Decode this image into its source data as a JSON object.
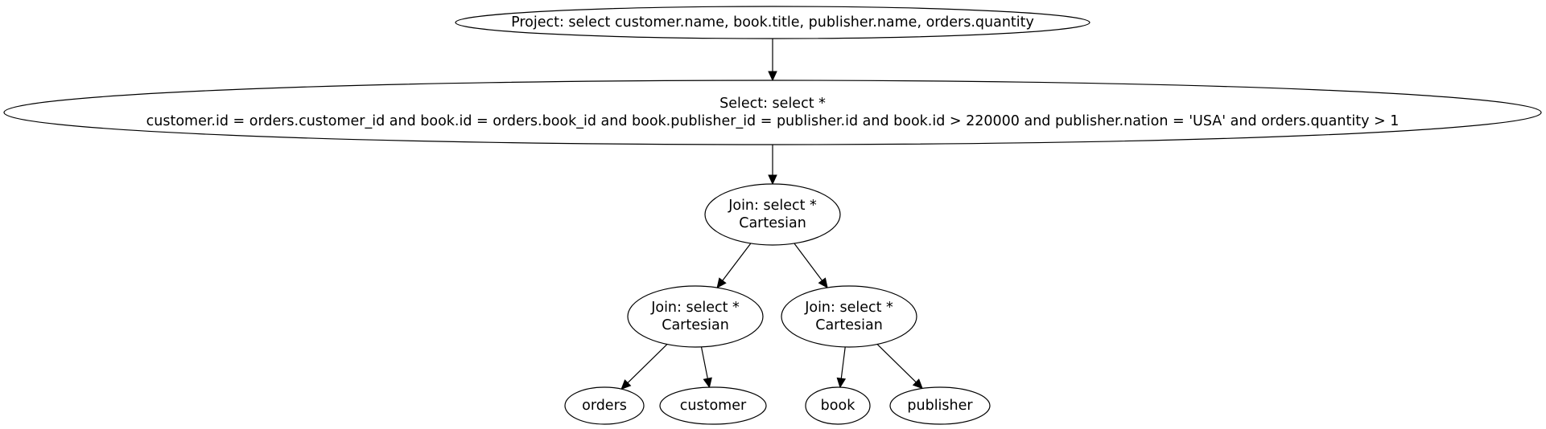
{
  "diagram": {
    "type": "query-plan-tree",
    "nodes": [
      {
        "id": "project",
        "lines": [
          "Project: select customer.name, book.title, publisher.name, orders.quantity"
        ]
      },
      {
        "id": "select",
        "lines": [
          "Select: select *",
          "customer.id = orders.customer_id and book.id = orders.book_id and book.publisher_id = publisher.id and book.id > 220000 and publisher.nation = 'USA' and orders.quantity > 1"
        ]
      },
      {
        "id": "join_root",
        "lines": [
          "Join: select *",
          "Cartesian"
        ]
      },
      {
        "id": "join_left",
        "lines": [
          "Join: select *",
          "Cartesian"
        ]
      },
      {
        "id": "join_right",
        "lines": [
          "Join: select *",
          "Cartesian"
        ]
      },
      {
        "id": "orders",
        "lines": [
          "orders"
        ]
      },
      {
        "id": "customer",
        "lines": [
          "customer"
        ]
      },
      {
        "id": "book",
        "lines": [
          "book"
        ]
      },
      {
        "id": "publisher",
        "lines": [
          "publisher"
        ]
      }
    ],
    "edges": [
      {
        "from": "project",
        "to": "select"
      },
      {
        "from": "select",
        "to": "join_root"
      },
      {
        "from": "join_root",
        "to": "join_left"
      },
      {
        "from": "join_root",
        "to": "join_right"
      },
      {
        "from": "join_left",
        "to": "orders"
      },
      {
        "from": "join_left",
        "to": "customer"
      },
      {
        "from": "join_right",
        "to": "book"
      },
      {
        "from": "join_right",
        "to": "publisher"
      }
    ]
  }
}
